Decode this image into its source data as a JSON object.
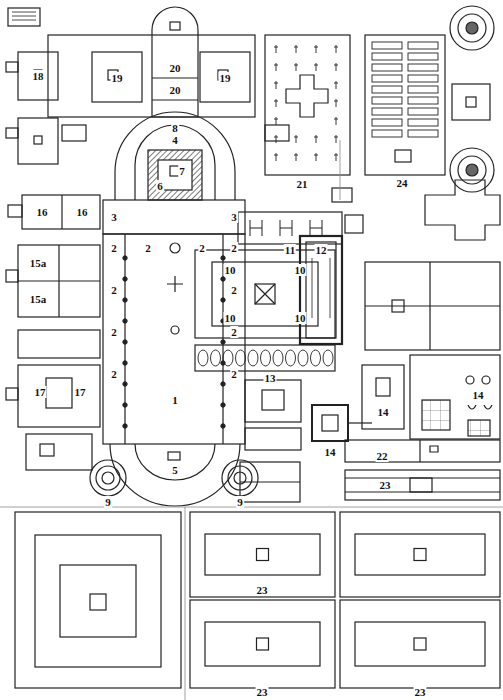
{
  "diagram": {
    "labels": [
      "18",
      "19",
      "19",
      "20",
      "20",
      "8",
      "4",
      "7",
      "6",
      "3",
      "3",
      "16",
      "16",
      "11",
      "21",
      "24",
      "12",
      "10",
      "10",
      "10",
      "10",
      "15a",
      "15a",
      "2",
      "2",
      "2",
      "2",
      "2",
      "2",
      "2",
      "2",
      "2",
      "2",
      "17",
      "17",
      "1",
      "13",
      "14",
      "14",
      "14",
      "22",
      "23",
      "5",
      "9",
      "9",
      "23",
      "23",
      "23"
    ]
  }
}
